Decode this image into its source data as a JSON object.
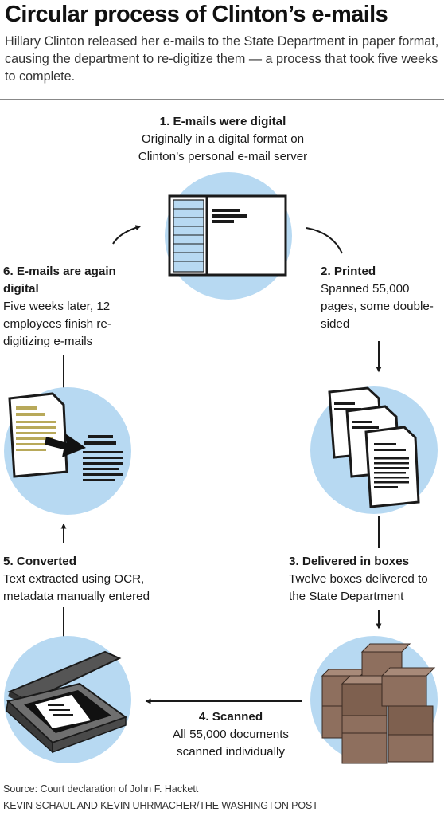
{
  "title": "Circular process of Clinton’s e-mails",
  "subtitle": "Hillary Clinton released her e-mails to the State Department in paper format, causing the department to re-digitize them — a process that took five weeks to complete.",
  "steps": [
    {
      "heading": "1. E-mails were digital",
      "text": "Originally in a digital format on Clinton’s personal e-mail server",
      "icon": "computer-screen-icon"
    },
    {
      "heading": "2. Printed",
      "text": "Spanned 55,000 pages, some double-sided",
      "icon": "printed-pages-icon"
    },
    {
      "heading": "3. Delivered in boxes",
      "text": "Twelve boxes delivered to the State Department",
      "icon": "stacked-boxes-icon"
    },
    {
      "heading": "4. Scanned",
      "text": "All 55,000 documents scanned individually",
      "icon": "scanner-icon"
    },
    {
      "heading": "5. Converted",
      "text": "Text extracted using OCR, metadata manually entered",
      "icon": null
    },
    {
      "heading": "6. E-mails are again digital",
      "text": "Five weeks later, 12 employees finish re-digitizing e-mails",
      "icon": "document-conversion-icon"
    }
  ],
  "colors": {
    "circle": "#b7d9f2",
    "ink": "#1a1a1a",
    "highlight": "#b8a95a",
    "box": "#8e6f5e",
    "box_top": "#a88a79"
  },
  "source": "Source: Court declaration of John F. Hackett",
  "credit": "KEVIN SCHAUL AND KEVIN UHRMACHER/THE WASHINGTON POST"
}
